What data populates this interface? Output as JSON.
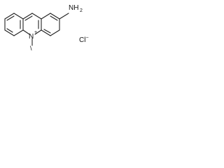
{
  "molecule": {
    "amino_label": "NH",
    "amino_sub": "2",
    "ring_nitrogen_label": "N",
    "ring_nitrogen_charge": "+",
    "methyl_label": "\\",
    "counterion_label": "Cl",
    "counterion_charge": "−"
  }
}
